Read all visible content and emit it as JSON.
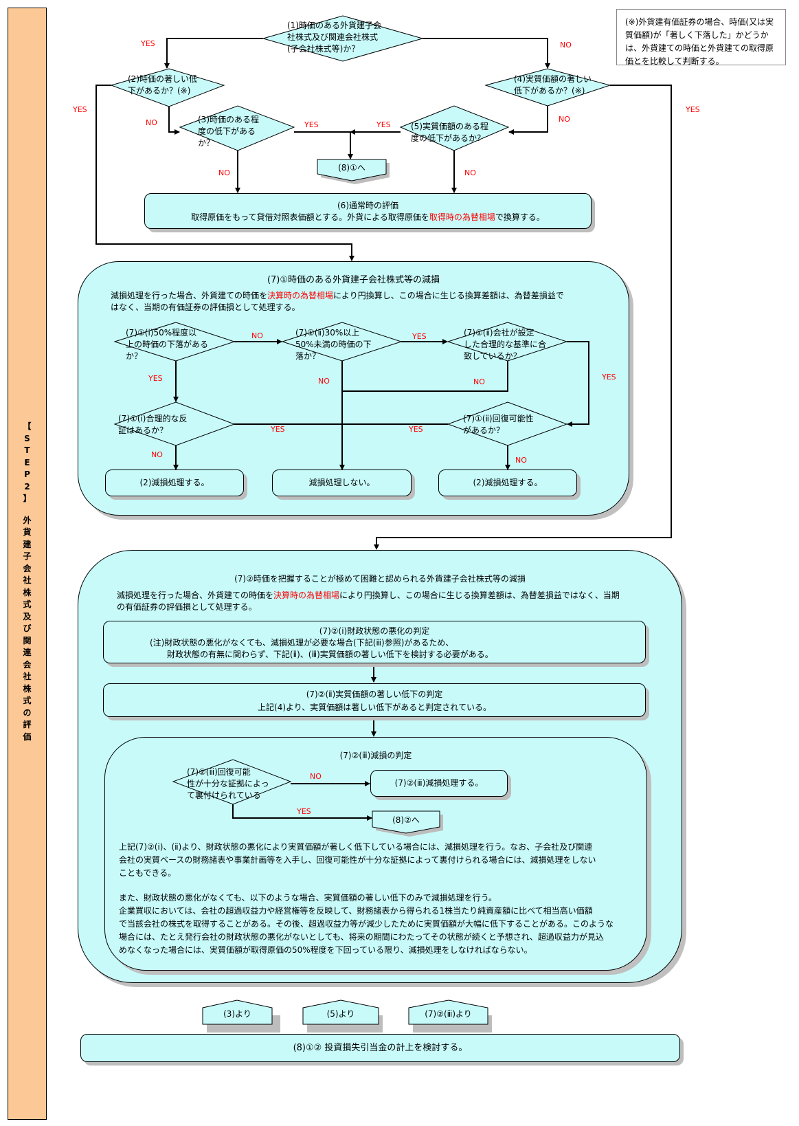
{
  "sidebar": {
    "bracket_open": "【",
    "step_letters": [
      "S",
      "T",
      "E",
      "P",
      "2"
    ],
    "bracket_close": "】",
    "title_chars": [
      "外",
      "貨",
      "建",
      "子",
      "会",
      "社",
      "株",
      "式",
      "及",
      "び",
      "関",
      "連",
      "会",
      "社",
      "株",
      "式",
      "の",
      "評",
      "価"
    ]
  },
  "note": {
    "text": "(※)外貨建有価証券の場合、時価(又は実質価額)が「著しく下落した」かどうかは、外貨建ての時価と外貨建ての取得原価とを比較して判断する。"
  },
  "colors": {
    "box_fill": "#c8fafa",
    "sidebar_fill": "#fcc896",
    "accent_red": "#ff0000"
  },
  "top": {
    "d1": [
      "(1)時価のある外貨建子会",
      "社株式及び関連会社株式",
      "(子会社株式等)か？"
    ],
    "d2": [
      "(2)時価の著しい低",
      "下があるか？(※)"
    ],
    "d3": [
      "(3)時価のある程",
      "度の低下がある",
      "か？"
    ],
    "d4": [
      "(4)実質価額の著しい",
      "低下があるか？(※)"
    ],
    "d5": [
      "(5)実質価額のある程",
      "度の低下があるか？"
    ],
    "goto_8_1": "(8)①へ",
    "box6": {
      "title": "(6)通常時の評価",
      "line_before": "取得原価をもって貸借対照表価額とする。外貨による取得原価を",
      "line_red": "取得時の為替相場",
      "line_after": "で換算する。"
    },
    "labels": {
      "d1_yes": "YES",
      "d1_no": "NO",
      "d2_yes": "YES",
      "d2_no": "NO",
      "d3_yes": "YES",
      "d5_yes": "YES",
      "d3_no": "NO",
      "d5_no": "NO",
      "d4_no": "NO",
      "d4_yes": "YES"
    }
  },
  "section7_1": {
    "title": "(7)①時価のある外貨建子会社株式等の減損",
    "desc_before": "減損処理を行った場合、外貨建ての時価を",
    "desc_red": "決算時の為替相場",
    "desc_after": "により円換算し、この場合に生じる換算差額は、為替差損益で",
    "desc_line2": "はなく、当期の有価証券の評価損として処理する。",
    "da": [
      "(7)①(ⅰ)50%程度以",
      "上の時価の下落がある",
      "か？"
    ],
    "db": [
      "(7)①(ⅱ)30%以上",
      "50%未満の時価の下",
      "落か？"
    ],
    "dc": [
      "(7)①(ⅱ)会社が設定",
      "した合理的な基準に合",
      "致しているか？"
    ],
    "dd": [
      "(7)①(ⅰ)合理的な反",
      "証はあるか？"
    ],
    "de": [
      "(7)①(ⅱ)回復可能性",
      "があるか？"
    ],
    "out_left": "(2)減損処理する。",
    "out_mid": "減損処理しない。",
    "out_right": "(2)減損処理する。",
    "labels": {
      "da_no": "NO",
      "db_yes": "YES",
      "da_yes": "YES",
      "db_no": "NO",
      "dc_no": "NO",
      "dc_yes": "YES",
      "dd_yes": "YES",
      "de_yes": "YES",
      "dd_no": "NO",
      "de_no": "NO"
    }
  },
  "section7_2": {
    "title": "(7)②時価を把握することが極めて困難と認められる外貨建子会社株式等の減損",
    "desc_before": "減損処理を行った場合、外貨建ての時価を",
    "desc_red": "決算時の為替相場",
    "desc_after": "により円換算し、この場合に生じる換算差額は、為替差損益ではなく、当期",
    "desc_line2": "の有価証券の評価損として処理する。",
    "box_i": {
      "title": "(7)②(ⅰ)財政状態の悪化の判定",
      "line1": "(注)財政状態の悪化がなくても、減損処理が必要な場合(下記(ⅲ)参照)があるため、",
      "line2": "財政状態の有無に関わらず、下記(ⅱ)、(ⅲ)実質価額の著しい低下を検討する必要がある。"
    },
    "box_ii": {
      "title": "(7)②(ⅱ)実質価額の著しい低下の判定",
      "line1": "上記(4)より、実質価額は著しい低下があると判定されている。"
    },
    "box_iii": {
      "title": "(7)②(ⅲ)減損の判定",
      "diamond": [
        "(7)②(ⅲ)回復可能",
        "性が十分な証拠によっ",
        "て裏付けられている"
      ],
      "no_label": "NO",
      "yes_label": "YES",
      "result": "(7)②(ⅲ)減損処理する。",
      "goto_8_2": "(8)②へ",
      "para1": [
        "上記(7)②(ⅰ)、(ⅱ)より、財政状態の悪化により実質価額が著しく低下している場合には、減損処理を行う。なお、子会社及び関連",
        "会社の実質ベースの財務諸表や事業計画等を入手し、回復可能性が十分な証拠によって裏付けられる場合には、減損処理をしない",
        "こともできる。"
      ],
      "para2": [
        "また、財政状態の悪化がなくても、以下のような場合、実質価額の著しい低下のみで減損処理を行う。",
        "企業買収においては、会社の超過収益力や経営権等を反映して、財務諸表から得られる1株当たり純資産額に比べて相当高い価額",
        "で当該会社の株式を取得することがある。その後、超過収益力等が減少したために実質価額が大幅に低下することがある。このような",
        "場合には、たとえ発行会社の財政状態の悪化がないとしても、将来の期間にわたってその状態が続くと予想され、超過収益力が見込",
        "めなくなった場合には、実質価額が取得原価の50%程度を下回っている限り、減損処理をしなければならない。"
      ]
    }
  },
  "bottom": {
    "from_3": "(3)より",
    "from_5": "(5)より",
    "from_7_2_iii": "(7)②(ⅲ)より",
    "final": "(8)①② 投資損失引当金の計上を検討する。"
  }
}
